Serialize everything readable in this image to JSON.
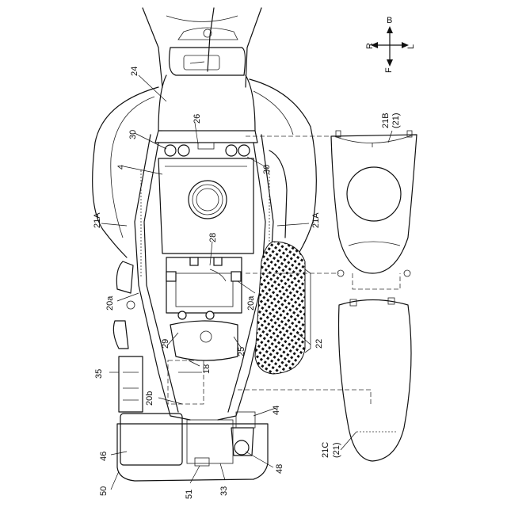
{
  "labels": {
    "l24": "24",
    "l26": "26",
    "l30a": "30",
    "l30b": "30",
    "l4": "4",
    "l21a_left": "21A",
    "l21a_right": "21A",
    "l28": "28",
    "l20a_left": "20a",
    "l20a_right": "20a",
    "l29": "29",
    "l25": "25",
    "l22": "22",
    "l18": "18",
    "l35": "35",
    "l20b": "20b",
    "l44": "44",
    "l46": "46",
    "l50": "50",
    "l51": "51",
    "l33": "33",
    "l48": "48",
    "l21b": "21B",
    "l21b_sub": "(21)",
    "l21c": "21C",
    "l21c_sub": "(21)"
  },
  "compass": {
    "b": "B",
    "f": "F",
    "r": "R",
    "l": "L"
  }
}
